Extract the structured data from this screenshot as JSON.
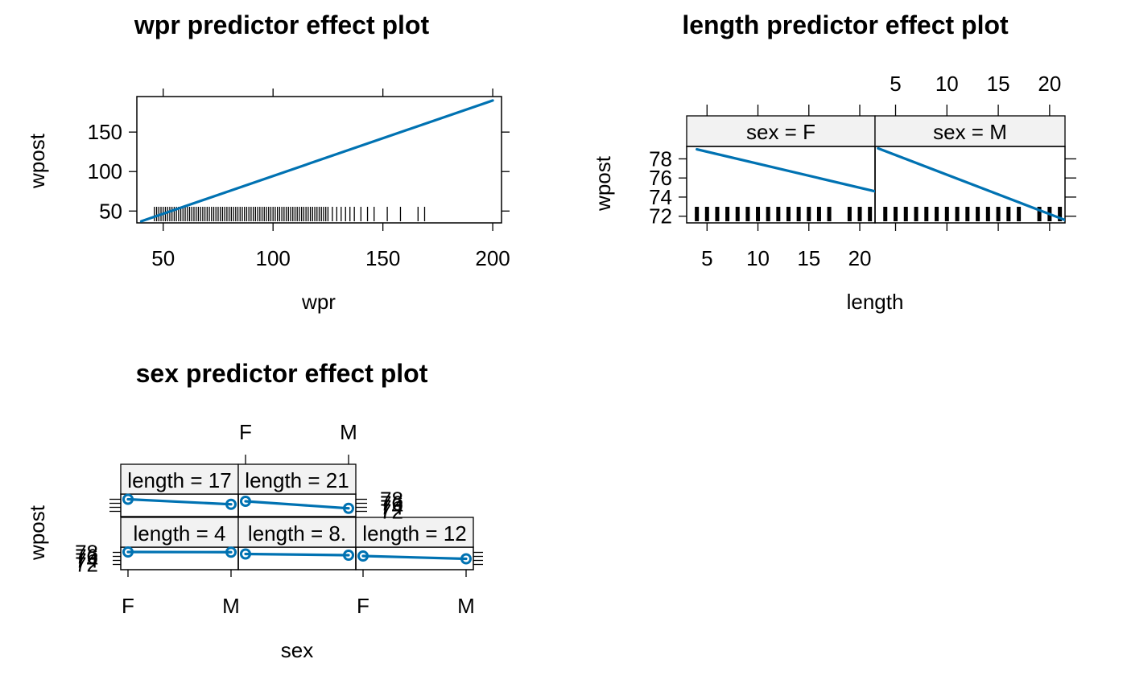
{
  "chart_data": [
    {
      "type": "line",
      "title": "wpr predictor effect plot",
      "xlabel": "wpr",
      "ylabel": "wpost",
      "xlim": [
        38,
        204
      ],
      "ylim": [
        35,
        195
      ],
      "x_ticks": [
        50,
        100,
        150,
        200
      ],
      "y_ticks": [
        50,
        100,
        150
      ],
      "line_color": "#0072b2",
      "series": [
        {
          "x": [
            40,
            200
          ],
          "y": [
            37,
            190
          ]
        }
      ],
      "rug": [
        46,
        47,
        48,
        49,
        50,
        51,
        52,
        53,
        54,
        55,
        56,
        57,
        58,
        59,
        60,
        61,
        62,
        63,
        64,
        65,
        66,
        67,
        68,
        69,
        70,
        71,
        72,
        73,
        74,
        75,
        76,
        77,
        78,
        79,
        80,
        81,
        82,
        83,
        84,
        85,
        86,
        87,
        88,
        89,
        90,
        91,
        92,
        93,
        94,
        95,
        96,
        97,
        98,
        99,
        100,
        101,
        102,
        103,
        104,
        105,
        106,
        107,
        108,
        109,
        110,
        111,
        112,
        113,
        114,
        115,
        116,
        117,
        118,
        119,
        120,
        121,
        122,
        123,
        124,
        125,
        127,
        129,
        131,
        133,
        135,
        137,
        140,
        143,
        146,
        152,
        158,
        166,
        169
      ]
    },
    {
      "type": "line",
      "title": "length predictor effect plot",
      "xlabel": "length",
      "ylabel": "wpost",
      "xlim": [
        3,
        21.5
      ],
      "ylim": [
        71.3,
        79.3
      ],
      "x_ticks": [
        5,
        10,
        15,
        20
      ],
      "y_ticks": [
        72,
        74,
        76,
        78
      ],
      "line_color": "#0072b2",
      "panels": [
        {
          "strip": "sex = F",
          "x": [
            4,
            21.5
          ],
          "y": [
            79,
            74.6
          ]
        },
        {
          "strip": "sex = M",
          "x": [
            3.3,
            21.5
          ],
          "y": [
            79.1,
            71.6
          ]
        }
      ],
      "rug": [
        4,
        5,
        6,
        7,
        8,
        9,
        10,
        11,
        12,
        13,
        14,
        15,
        16,
        17,
        19,
        20,
        21
      ]
    },
    {
      "type": "line",
      "title": "sex predictor effect plot",
      "xlabel": "sex",
      "ylabel": "wpost",
      "categories": [
        "F",
        "M"
      ],
      "y_ticks": [
        72,
        74,
        76,
        78
      ],
      "ylim": [
        71,
        79
      ],
      "line_color": "#0072b2",
      "panels": [
        {
          "strip": "length = 4",
          "values": [
            78.2,
            78.1
          ]
        },
        {
          "strip": "length = 8.",
          "values": [
            77.2,
            76.6
          ]
        },
        {
          "strip": "length = 12",
          "values": [
            76.2,
            74.8
          ]
        },
        {
          "strip": "length = 17",
          "values": [
            78.0,
            75.5
          ]
        },
        {
          "strip": "length = 21",
          "values": [
            77.0,
            73.5
          ]
        }
      ]
    }
  ]
}
